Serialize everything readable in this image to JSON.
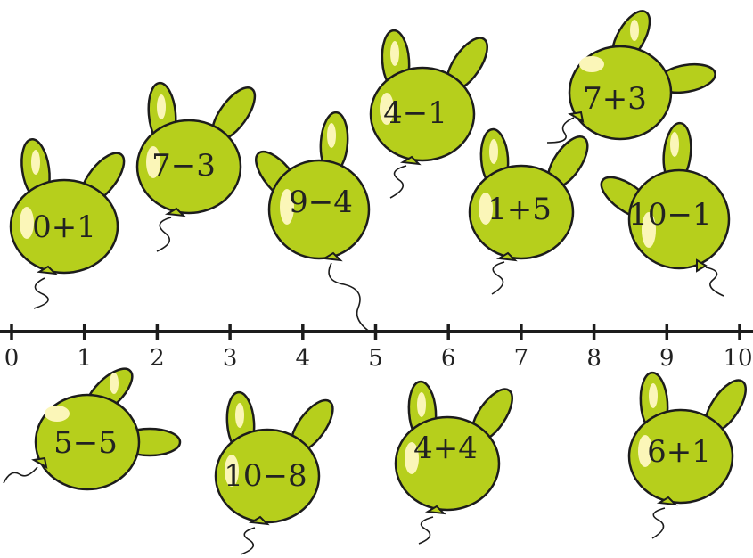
{
  "colors": {
    "balloon_fill": "#b6cf1c",
    "balloon_stroke": "#1c1c1c",
    "highlight": "#fbf6b8",
    "line": "#1c1c1c",
    "text": "#222222"
  },
  "number_line": {
    "ticks": [
      "0",
      "1",
      "2",
      "3",
      "4",
      "5",
      "6",
      "7",
      "8",
      "9",
      "10"
    ]
  },
  "balloons": [
    {
      "expression": "0+1",
      "icon": "bunny-balloon-icon"
    },
    {
      "expression": "7−3",
      "icon": "bunny-balloon-icon"
    },
    {
      "expression": "9−4",
      "icon": "bunny-balloon-icon"
    },
    {
      "expression": "4−1",
      "icon": "bunny-balloon-icon"
    },
    {
      "expression": "1+5",
      "icon": "bunny-balloon-icon"
    },
    {
      "expression": "7+3",
      "icon": "bunny-balloon-icon"
    },
    {
      "expression": "10−1",
      "icon": "bunny-balloon-icon"
    },
    {
      "expression": "5−5",
      "icon": "bunny-balloon-icon"
    },
    {
      "expression": "10−8",
      "icon": "bunny-balloon-icon"
    },
    {
      "expression": "4+4",
      "icon": "bunny-balloon-icon"
    },
    {
      "expression": "6+1",
      "icon": "bunny-balloon-icon"
    }
  ]
}
